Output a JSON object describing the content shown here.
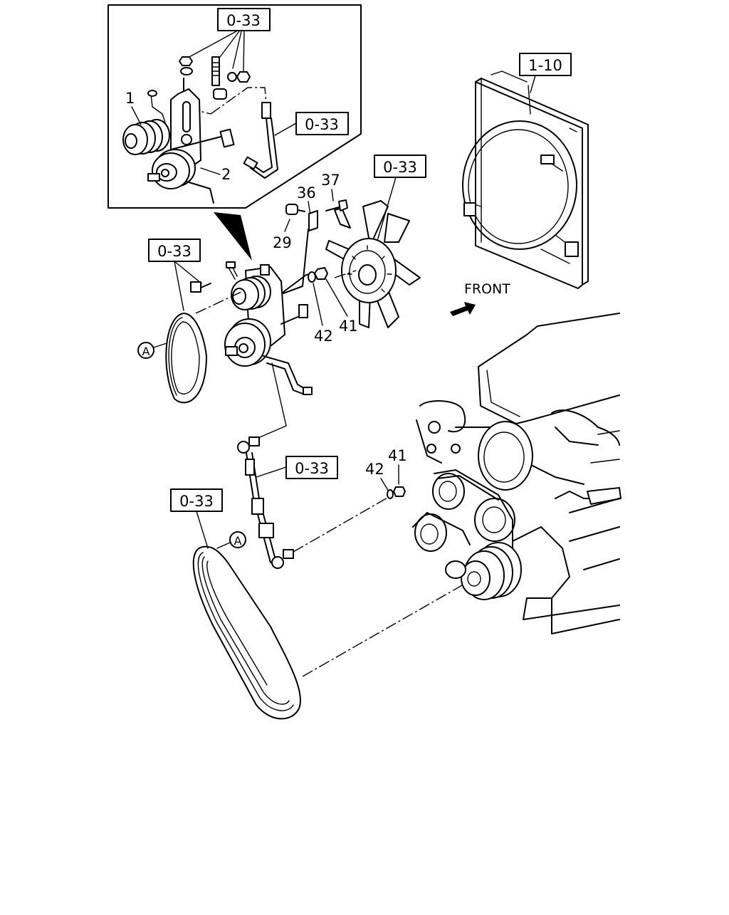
{
  "callouts": {
    "ref_0_33_top": "0-33",
    "ref_1_10": "1-10",
    "ref_0_33_hose": "0-33",
    "ref_0_33_fan": "0-33",
    "ref_0_33_bolt": "0-33",
    "ref_0_33_rod": "0-33",
    "ref_0_33_belt": "0-33"
  },
  "part_numbers": {
    "p1": "1",
    "p2": "2",
    "p29": "29",
    "p36": "36",
    "p37": "37",
    "p41_upper": "41",
    "p42_upper": "42",
    "p41_lower": "41",
    "p42_lower": "42"
  },
  "markers": {
    "a_upper": "A",
    "a_lower": "A"
  },
  "direction": {
    "front_label": "FRONT"
  }
}
